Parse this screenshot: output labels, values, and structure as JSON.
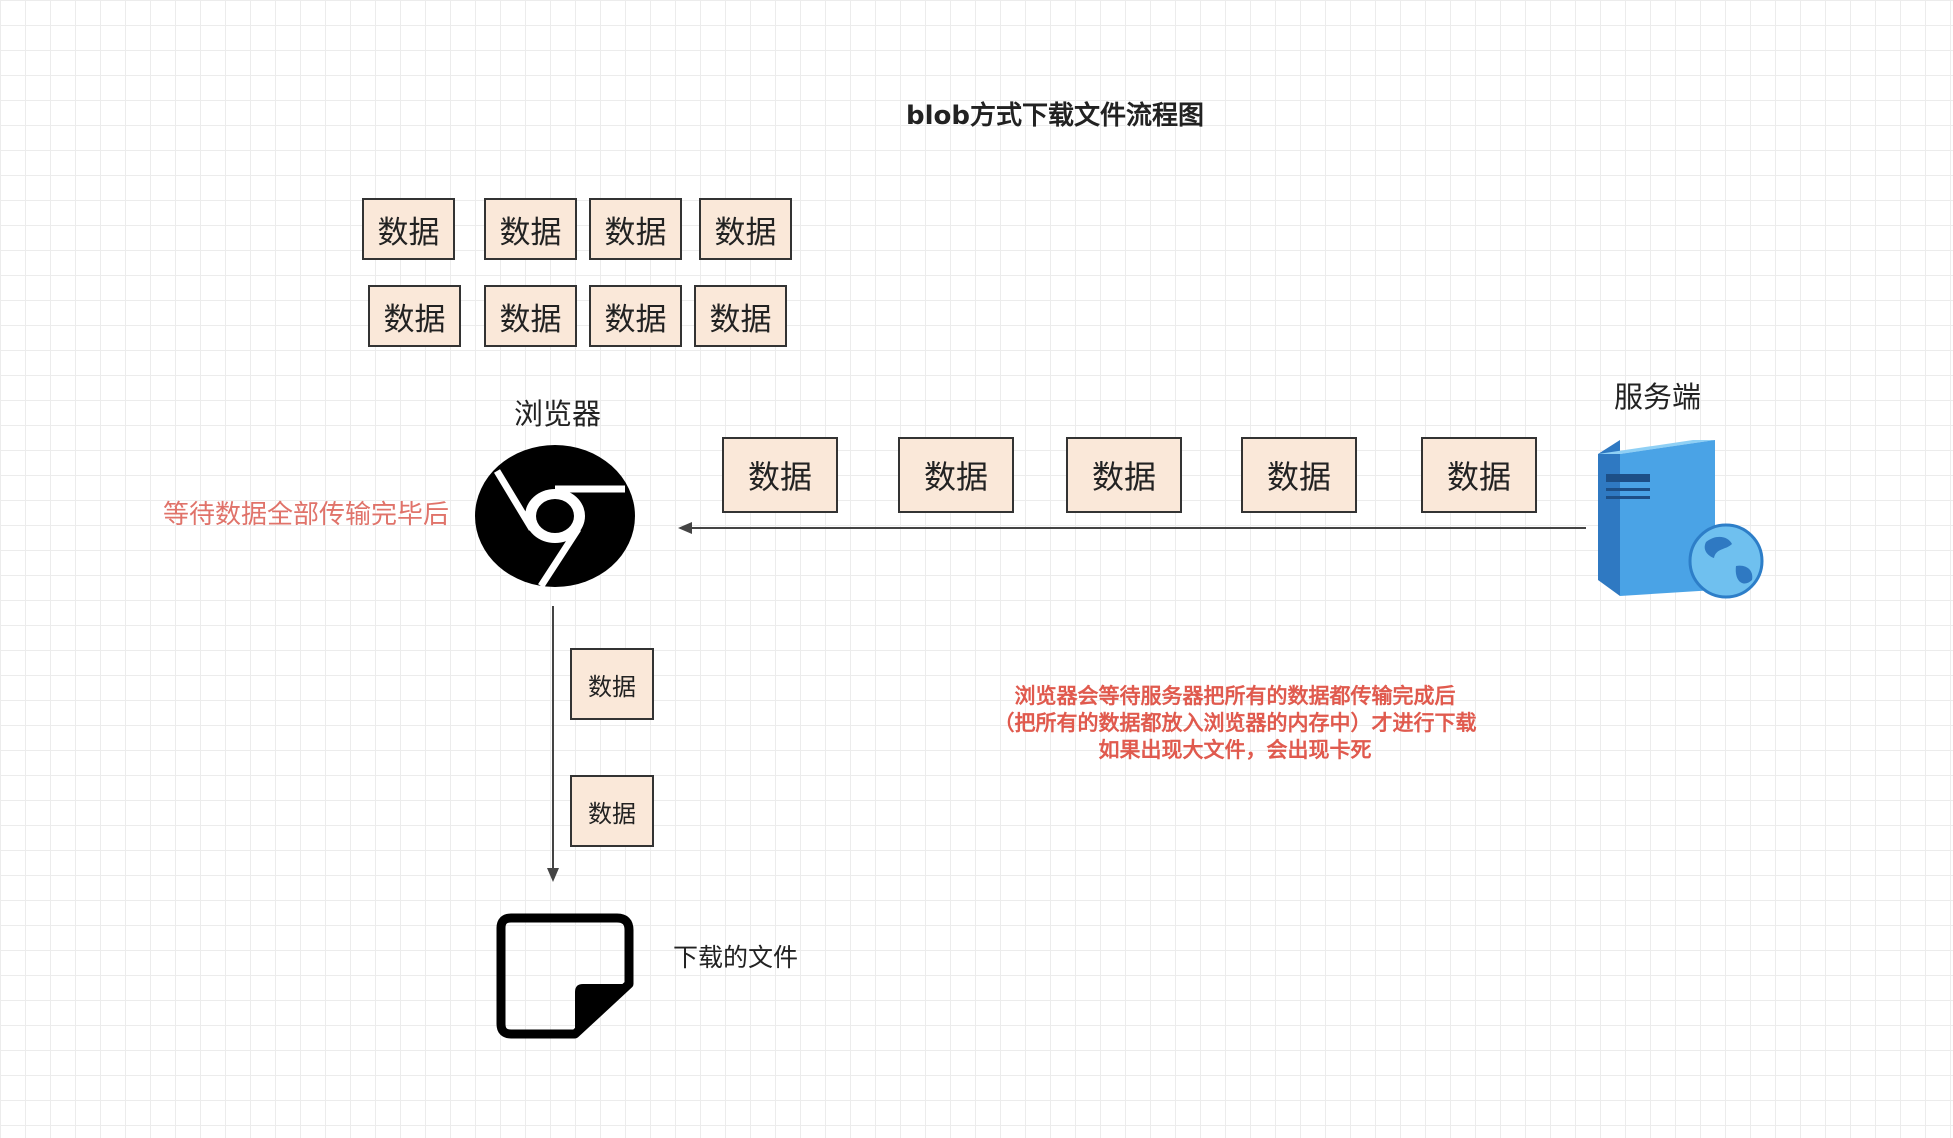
{
  "title": "blob方式下载文件流程图",
  "data_box_label": "数据",
  "browser": {
    "label": "浏览器",
    "icon": "chrome-icon"
  },
  "server": {
    "label": "服务端",
    "icon": "web-server-icon"
  },
  "wait_label": "等待数据全部传输完毕后",
  "file": {
    "label": "下载的文件",
    "icon": "file-icon"
  },
  "note": {
    "lines": [
      "浏览器会等待服务器把所有的数据都传输完成后",
      "（把所有的数据都放入浏览器的内存中）才进行下载",
      "如果出现大文件，会出现卡死"
    ]
  },
  "colors": {
    "box_fill": "#fae8d9",
    "box_border": "#333333",
    "note_text": "#e05a4e",
    "wait_text": "#e0736a",
    "server_blue": "#3f8fd8"
  }
}
